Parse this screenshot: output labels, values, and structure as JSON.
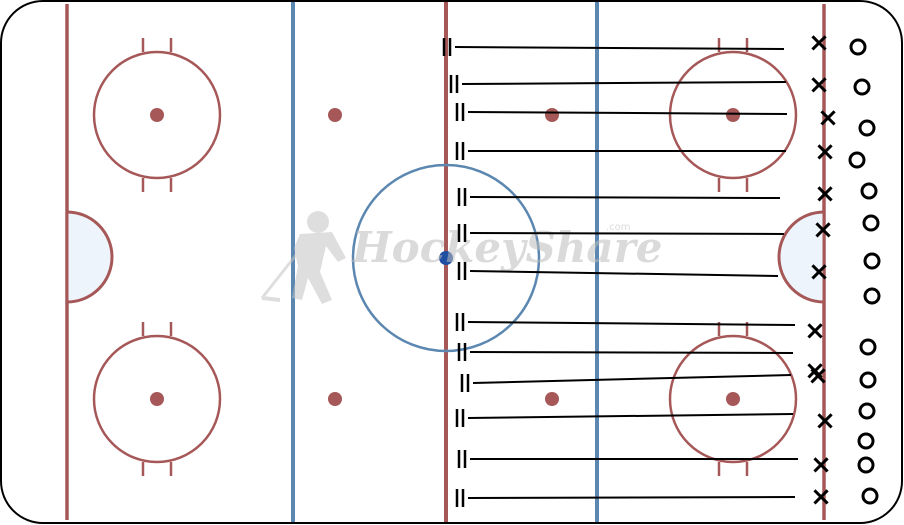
{
  "diagram": {
    "watermark": {
      "text": "HockeyShare",
      "suffix": ".com"
    },
    "colors": {
      "ice": "#ffffff",
      "boards": "#000000",
      "red_line": "#a65858",
      "blue_line": "#5b87b1",
      "crease_fill": "#eef4fb",
      "puck": "#1f4fa0",
      "drill_marks": "#000000",
      "watermark": "#c8c8c8"
    },
    "symbols": {
      "forward": "×",
      "defense": "O"
    },
    "legend_counts_note": ""
  }
}
